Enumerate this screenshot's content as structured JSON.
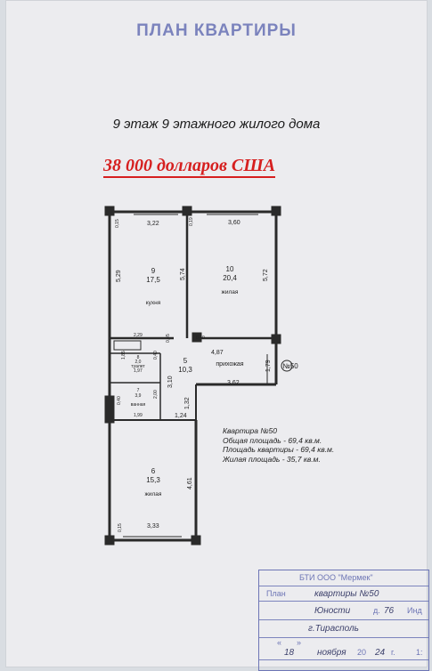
{
  "header": {
    "title": "ПЛАН КВАРТИРЫ",
    "floor": "9 этаж 9 этажного жилого дома",
    "price": "38 000 долларов США"
  },
  "plan": {
    "rooms": [
      {
        "num": "9",
        "area": "17,5",
        "name": "кухня"
      },
      {
        "num": "10",
        "area": "20,4",
        "name": "жилая"
      },
      {
        "num": "5",
        "area": "10,3",
        "name": "прихожая"
      },
      {
        "num": "8",
        "area": "2,0",
        "name": "туалет"
      },
      {
        "num": "7",
        "area": "3,9",
        "name": "ванная"
      },
      {
        "num": "6",
        "area": "15,3",
        "name": "жилая"
      }
    ],
    "dims": {
      "k_top": "3,22",
      "k_side": "5,29",
      "k_right": "5,74",
      "l_top": "3,60",
      "l_right": "5,72",
      "hall_top": "4,87",
      "hall_bot": "3,62",
      "hall_v": "3,10",
      "hall_v2": "1,79",
      "h_mid": "1,32",
      "h_mid2": "1,24",
      "t_top": "2,29",
      "t_w": "1,97",
      "t_h": "0,45",
      "b_w": "1,99",
      "b_h": "2,00",
      "b_h2": "0,40",
      "s_side": "4,61",
      "s_bot": "3,33",
      "small_a": "0,15",
      "small_b": "0,19",
      "small_c": "0,40",
      "small_d": "0,15",
      "small_e": "0,40",
      "small_f": "1,85"
    },
    "apt_label": "№50"
  },
  "info": {
    "line1": "Квартира №50",
    "line2": "Общая площадь - 69,4 кв.м.",
    "line3": "Площадь квартиры - 69,4 кв.м.",
    "line4": "Жилая площадь - 35,7 кв.м."
  },
  "stamp": {
    "org": "БТИ ООО \"Мермек\"",
    "plan_label": "План",
    "plan_value": "квартиры №50",
    "street_value": "Юности",
    "house_label": "д.",
    "house_value": "76",
    "city_value": "г.Тирасполь",
    "right_label": "Инд",
    "quote1": "«",
    "quote2": "»",
    "day": "18",
    "month": "ноября",
    "year_prefix": "20",
    "year": "24",
    "year_suffix": "г.",
    "side_mark": "1:"
  }
}
